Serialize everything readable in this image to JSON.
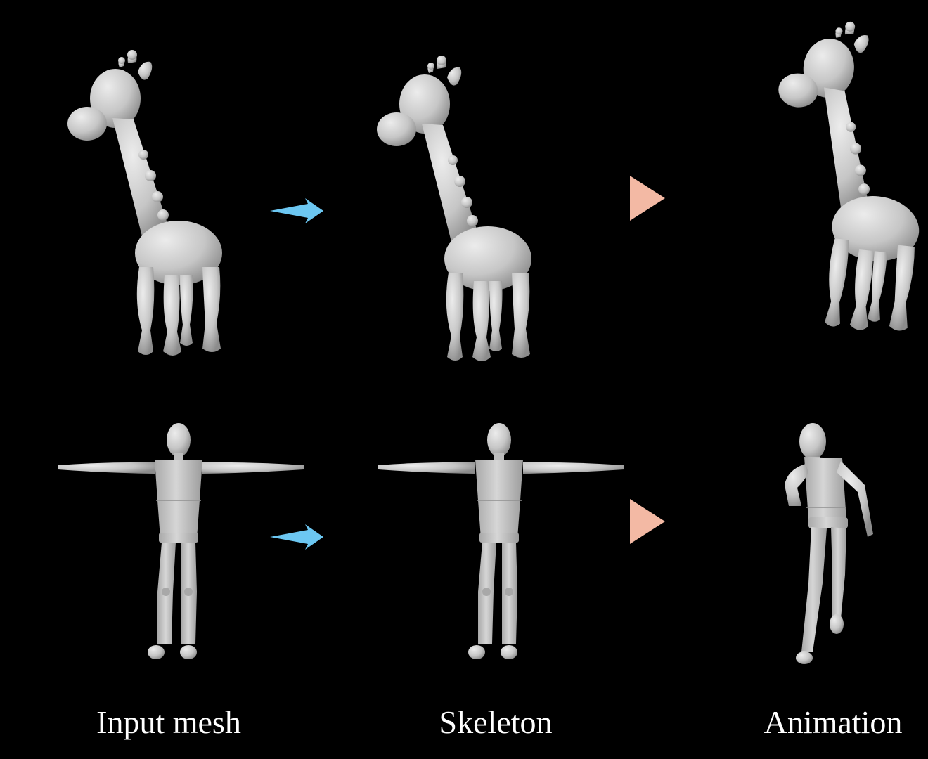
{
  "captions": {
    "input_mesh": "Input mesh",
    "skeleton": "Skeleton",
    "animation": "Animation"
  },
  "rows": [
    {
      "subject": "giraffe",
      "stages": [
        "input mesh",
        "skeleton",
        "animation"
      ]
    },
    {
      "subject": "humanoid",
      "stages": [
        "input mesh",
        "skeleton",
        "animation"
      ]
    }
  ],
  "colors": {
    "background": "#000000",
    "mesh": "#c9c9c9",
    "mesh_shadow": "#8f8f8f",
    "arrow_blue": "#6cc7f2",
    "play_peach": "#f3b9a4",
    "caption_text": "#ffffff"
  },
  "icons": {
    "step_arrow": "blue-arrow-icon",
    "play": "play-triangle-icon"
  }
}
